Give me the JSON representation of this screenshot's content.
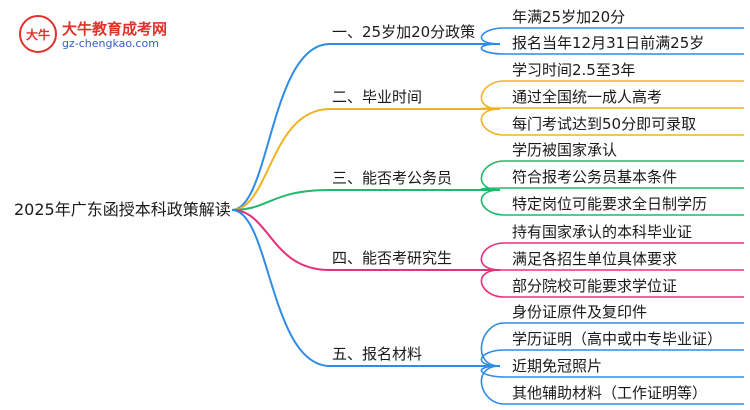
{
  "logo": {
    "title": "大牛教育成考网",
    "url": "gz-chengkao.com",
    "mark": "大牛"
  },
  "root": "2025年广东函授本科政策解读",
  "branches": [
    {
      "label": "一、25岁加20分政策",
      "color": "#2f8be6",
      "children": [
        "年满25岁加20分",
        "报名当年12月31日前满25岁"
      ]
    },
    {
      "label": "二、毕业时间",
      "color": "#f0b323",
      "children": [
        "学习时间2.5至3年",
        "通过全国统一成人高考",
        "每门考试达到50分即可录取"
      ]
    },
    {
      "label": "三、能否考公务员",
      "color": "#22b86a",
      "children": [
        "学历被国家承认",
        "符合报考公务员基本条件",
        "特定岗位可能要求全日制学历"
      ]
    },
    {
      "label": "四、能否考研究生",
      "color": "#e8307a",
      "children": [
        "持有国家承认的本科毕业证",
        "满足各招生单位具体要求",
        "部分院校可能要求学位证"
      ]
    },
    {
      "label": "五、报名材料",
      "color": "#2f8be6",
      "children": [
        "身份证原件及复印件",
        "学历证明（高中或中专毕业证）",
        "近期免冠照片",
        "其他辅助材料（工作证明等）"
      ]
    }
  ]
}
